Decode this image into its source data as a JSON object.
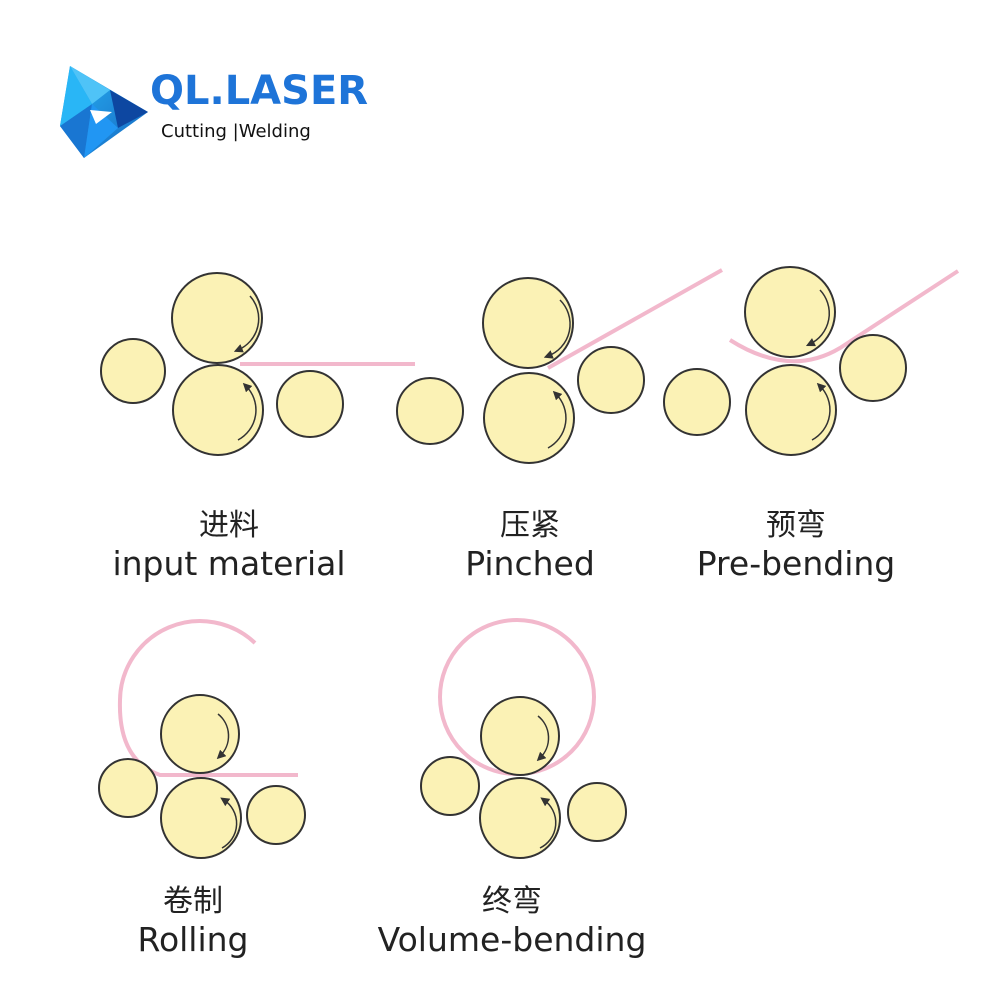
{
  "brand": {
    "name": "QL.LASER",
    "tagline": "Cutting |Welding",
    "colors": {
      "primary": "#1e74d8",
      "secondary": "#22a7f0"
    }
  },
  "colors": {
    "roller_fill": "#fbf2b5",
    "roller_stroke": "#333333",
    "material_line": "#f2b8cc"
  },
  "stages": [
    {
      "cn": "进料",
      "en": "input material"
    },
    {
      "cn": "压紧",
      "en": "Pinched"
    },
    {
      "cn": "预弯",
      "en": "Pre-bending"
    },
    {
      "cn": "卷制",
      "en": "Rolling"
    },
    {
      "cn": "终弯",
      "en": "Volume-bending"
    }
  ]
}
